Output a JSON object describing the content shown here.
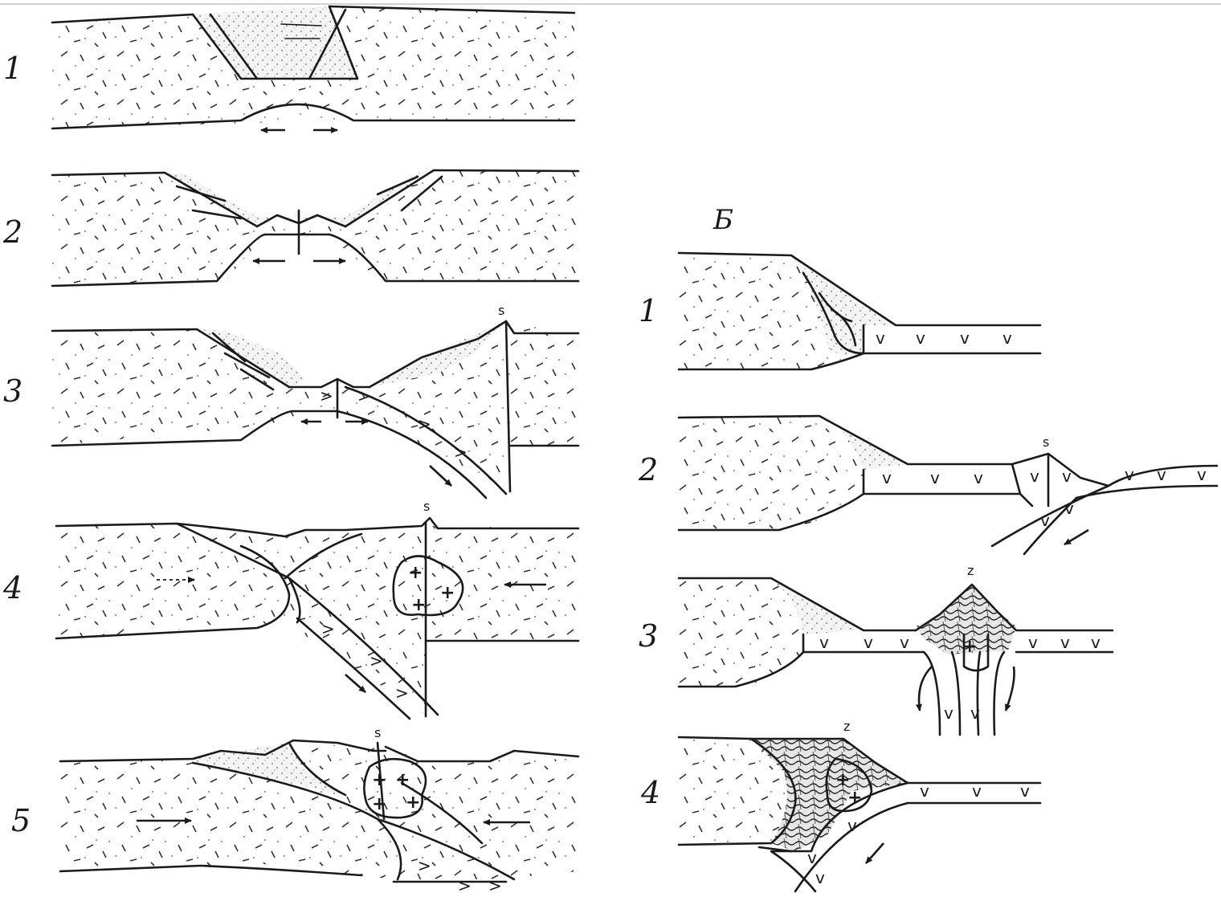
{
  "left_panel": {
    "stages": [
      "1",
      "2",
      "3",
      "4",
      "5"
    ]
  },
  "right_panel": {
    "title": "Б",
    "stages": [
      "1",
      "2",
      "3",
      "4"
    ]
  },
  "symbols": {
    "oceanic_crust_mark": "v",
    "granite_mark": "+",
    "volcano_mark": "z",
    "volcano_mark_alt": "s",
    "arrow_icon": "arrow-icon"
  }
}
